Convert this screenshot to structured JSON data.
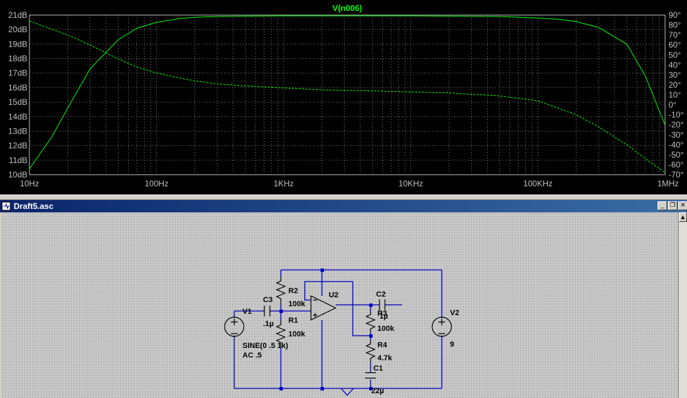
{
  "plot": {
    "trace_title": "V(n006)",
    "left_axis_labels": [
      "21dB",
      "20dB",
      "19dB",
      "18dB",
      "17dB",
      "16dB",
      "15dB",
      "14dB",
      "13dB",
      "12dB",
      "11dB",
      "10dB"
    ],
    "right_axis_labels": [
      "90°",
      "80°",
      "70°",
      "60°",
      "50°",
      "40°",
      "30°",
      "20°",
      "10°",
      "0°",
      "-10°",
      "-20°",
      "-30°",
      "-40°",
      "-50°",
      "-60°",
      "-70°"
    ],
    "x_axis_labels": [
      "10Hz",
      "100Hz",
      "1KHz",
      "10KHz",
      "100KHz",
      "1MHz"
    ],
    "colors": {
      "background": "#000000",
      "trace": "#00ff00",
      "grid": "#808080",
      "tick_text": "#c0c0c0"
    }
  },
  "chart_data": {
    "type": "line",
    "title": "V(n006)",
    "x_scale": "log",
    "xlim": [
      10,
      1000000
    ],
    "ylim_left": [
      10,
      21
    ],
    "ylim_right": [
      -70,
      90
    ],
    "grid": true,
    "series": [
      {
        "name": "V(n006)",
        "style": "solid",
        "axis": "left",
        "x": [
          10,
          15,
          20,
          30,
          50,
          70,
          100,
          150,
          200,
          300,
          500,
          1000,
          2000,
          5000,
          10000,
          20000,
          50000,
          100000,
          150000,
          200000,
          300000,
          500000,
          700000,
          1000000
        ],
        "y": [
          10.4,
          12.6,
          14.6,
          17.3,
          19.3,
          20.1,
          20.5,
          20.75,
          20.85,
          20.9,
          20.93,
          20.95,
          20.95,
          20.95,
          20.95,
          20.93,
          20.9,
          20.8,
          20.7,
          20.55,
          20.15,
          19.0,
          16.8,
          13.4
        ]
      },
      {
        "name": "V(n006) phase",
        "style": "dashed",
        "axis": "right",
        "x": [
          10,
          20,
          30,
          50,
          70,
          100,
          150,
          200,
          300,
          500,
          1000,
          2000,
          5000,
          10000,
          20000,
          50000,
          100000,
          200000,
          300000,
          500000,
          700000,
          1000000
        ],
        "y": [
          84,
          70,
          60,
          46,
          38,
          32,
          27,
          24,
          21,
          19,
          17,
          15,
          14,
          13,
          12,
          9,
          4,
          -10,
          -22,
          -40,
          -54,
          -68
        ]
      }
    ]
  },
  "schematic": {
    "title": "Draft5.asc",
    "window_buttons": {
      "minimize": "_",
      "restore": "❐",
      "close": "✕"
    },
    "labels": {
      "v1": "V1",
      "v1_value1": "SINE(0 .5 1k)",
      "v1_value2": "AC .5",
      "v2": "V2",
      "v2_value": "9",
      "c3": "C3",
      "c3_value": ".1µ",
      "r2": "R2",
      "r2_value": "100k",
      "r1": "R1",
      "r1_value": "100k",
      "u2": "U2",
      "c2": "C2",
      "c2_value": "1µ",
      "r3": "R3",
      "r3_value": "100k",
      "r4": "R4",
      "r4_value": "4.7k",
      "c1": "C1",
      "c1_value": "22µ"
    },
    "colors": {
      "wire": "#0000c0",
      "component": "#000000",
      "junction": "#0000c0"
    }
  }
}
